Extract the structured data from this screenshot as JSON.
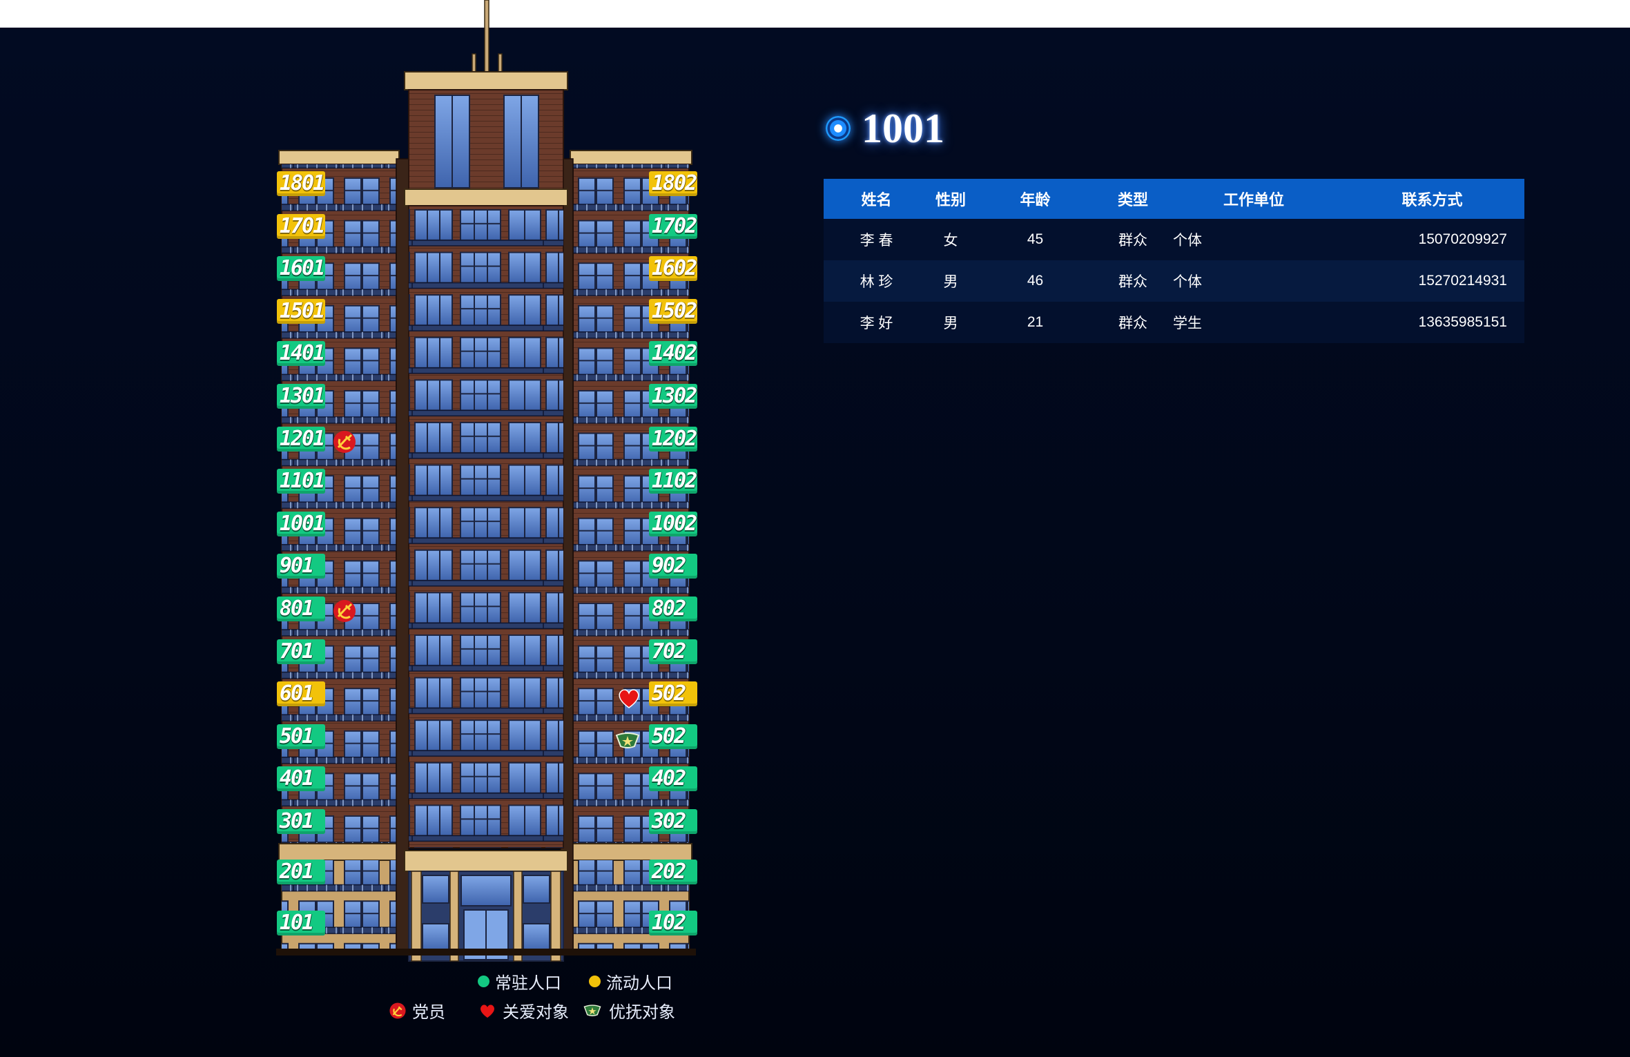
{
  "selected_room": "1001",
  "table": {
    "headers": [
      "姓名",
      "性别",
      "年龄",
      "类型",
      "工作单位",
      "联系方式"
    ],
    "rows": [
      {
        "name": "李 春",
        "gender": "女",
        "age": "45",
        "type": "群众",
        "work": "个体",
        "phone": "15070209927"
      },
      {
        "name": "林 珍",
        "gender": "男",
        "age": "46",
        "type": "群众",
        "work": "个体",
        "phone": "15270214931"
      },
      {
        "name": "李 好",
        "gender": "男",
        "age": "21",
        "type": "群众",
        "work": "学生",
        "phone": "13635985151"
      }
    ]
  },
  "left_units": [
    {
      "label": "1801",
      "status": "flowing"
    },
    {
      "label": "1701",
      "status": "flowing"
    },
    {
      "label": "1601",
      "status": "resident"
    },
    {
      "label": "1501",
      "status": "flowing"
    },
    {
      "label": "1401",
      "status": "resident"
    },
    {
      "label": "1301",
      "status": "resident"
    },
    {
      "label": "1201",
      "status": "resident"
    },
    {
      "label": "1101",
      "status": "resident"
    },
    {
      "label": "1001",
      "status": "resident"
    },
    {
      "label": "901",
      "status": "resident"
    },
    {
      "label": "801",
      "status": "resident"
    },
    {
      "label": "701",
      "status": "resident"
    },
    {
      "label": "601",
      "status": "flowing"
    },
    {
      "label": "501",
      "status": "resident"
    },
    {
      "label": "401",
      "status": "resident"
    },
    {
      "label": "301",
      "status": "resident"
    },
    {
      "label": "201",
      "status": "resident"
    },
    {
      "label": "101",
      "status": "resident"
    }
  ],
  "right_units": [
    {
      "label": "1802",
      "status": "flowing"
    },
    {
      "label": "1702",
      "status": "resident"
    },
    {
      "label": "1602",
      "status": "flowing"
    },
    {
      "label": "1502",
      "status": "flowing"
    },
    {
      "label": "1402",
      "status": "resident"
    },
    {
      "label": "1302",
      "status": "resident"
    },
    {
      "label": "1202",
      "status": "resident"
    },
    {
      "label": "1102",
      "status": "resident"
    },
    {
      "label": "1002",
      "status": "resident"
    },
    {
      "label": "902",
      "status": "resident"
    },
    {
      "label": "802",
      "status": "resident"
    },
    {
      "label": "702",
      "status": "resident"
    },
    {
      "label": "502",
      "status": "flowing"
    },
    {
      "label": "502",
      "status": "resident"
    },
    {
      "label": "402",
      "status": "resident"
    },
    {
      "label": "302",
      "status": "resident"
    },
    {
      "label": "202",
      "status": "resident"
    },
    {
      "label": "102",
      "status": "resident"
    }
  ],
  "badges": [
    {
      "unit": "1201",
      "icon": "party-emblem-icon"
    },
    {
      "unit": "801",
      "icon": "party-emblem-icon"
    },
    {
      "unit": "502-upper",
      "icon": "heart-icon"
    },
    {
      "unit": "502-lower",
      "icon": "veteran-badge-icon"
    }
  ],
  "legend": {
    "resident": "常驻人口",
    "flowing": "流动人口",
    "party": "党员",
    "care": "关爱对象",
    "veteran": "优抚对象"
  },
  "colors": {
    "resident": "#13c982",
    "flowing": "#f2c20a",
    "header": "#0a5ec6",
    "background": "#000818",
    "brick": "#6b3d2c"
  }
}
